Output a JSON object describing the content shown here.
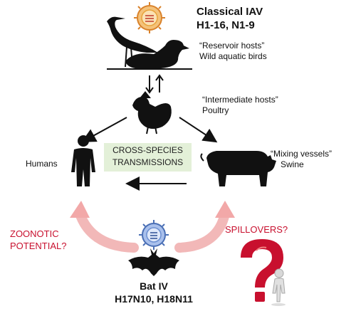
{
  "classical": {
    "title": "Classical IAV",
    "subtypes": "H1-16, N1-9"
  },
  "reservoir": {
    "label": "“Reservoir hosts”",
    "desc": "Wild aquatic birds"
  },
  "intermediate": {
    "label": "“Intermediate hosts”",
    "desc": "Poultry"
  },
  "humans": {
    "label": "Humans"
  },
  "mixing": {
    "label": "“Mixing vessels”",
    "desc": "Swine"
  },
  "cross": {
    "line1": "CROSS-SPECIES",
    "line2": "TRANSMISSIONS"
  },
  "zoonotic": {
    "line1": "ZOONOTIC",
    "line2": "POTENTIAL?"
  },
  "spillovers": {
    "label": "SPILLOVERS?"
  },
  "bat": {
    "title": "Bat IV",
    "subtypes": "H17N10, H18N11"
  },
  "colors": {
    "accent_red": "#c8102e",
    "box_green": "#e3f0d8",
    "arrow_pink": "#f2b8b8",
    "virus_orange": "#e8a23a",
    "virus_blue": "#6c8fd1"
  }
}
